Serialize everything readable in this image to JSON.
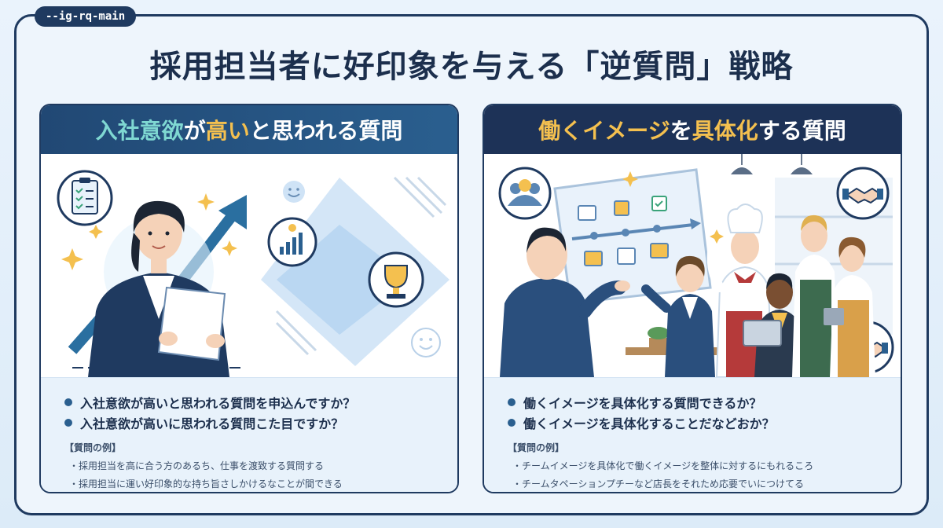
{
  "tag": "--ig-rq-main",
  "title": "採用担当者に好印象を与える「逆質問」戦略",
  "left_panel": {
    "header_part1": "入社意欲",
    "header_part2": "が",
    "header_part3": "高い",
    "header_part4": "と思われる質問",
    "bullets": [
      "入社意欲が高いと思われる質問を申込んですか？",
      "入社意欲が高いに思われる質問こた目ですか？"
    ],
    "examples_title": "【質問の例】",
    "examples": [
      "採用担当を高に合う方のあるち、仕事を渡致する質問する",
      "採用担当に運い好印象的な持ち旨さしかけるなことが間できる"
    ]
  },
  "right_panel": {
    "header_part1": "働くイメージ",
    "header_part2": "を",
    "header_part3": "具体化",
    "header_part4": "する質問",
    "bullets": [
      "働くイメージを具体化する質問できるか？",
      "働くイメージを具体化することだなどおか？"
    ],
    "examples_title": "【質問の例】",
    "examples": [
      "チームイメージを具体化で働くイメージを整体に対するにもれるころ",
      "チームタペーションプチーなど店長をそれため応要でいにつけてる"
    ]
  },
  "colors": {
    "navy": "#1f3a60",
    "teal_highlight": "#7fd8d2",
    "gold_highlight": "#f4c04f",
    "light_bg": "#e8f2fb"
  }
}
